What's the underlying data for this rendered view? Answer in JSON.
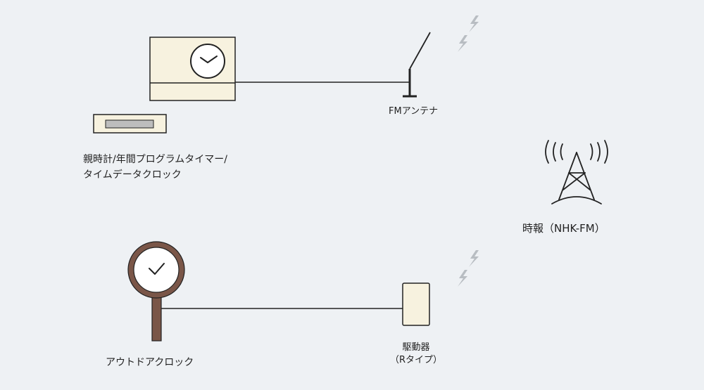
{
  "master_clock": {
    "label_line1": "親時計/年間プログラムタイマー/",
    "label_line2": "タイムデータクロック"
  },
  "antenna": {
    "label": "FMアンテナ"
  },
  "broadcast": {
    "label": "時報（NHK-FM）"
  },
  "outdoor_clock": {
    "label": "アウトドアクロック"
  },
  "driver": {
    "label_line1": "駆動器",
    "label_line2": "（Rタイプ）"
  },
  "colors": {
    "background": "#eef1f4",
    "device_fill": "#f7f2df",
    "stroke": "#222222",
    "outdoor_clock_ring": "#7a5648",
    "signal_icon": "#b8bdc2"
  }
}
